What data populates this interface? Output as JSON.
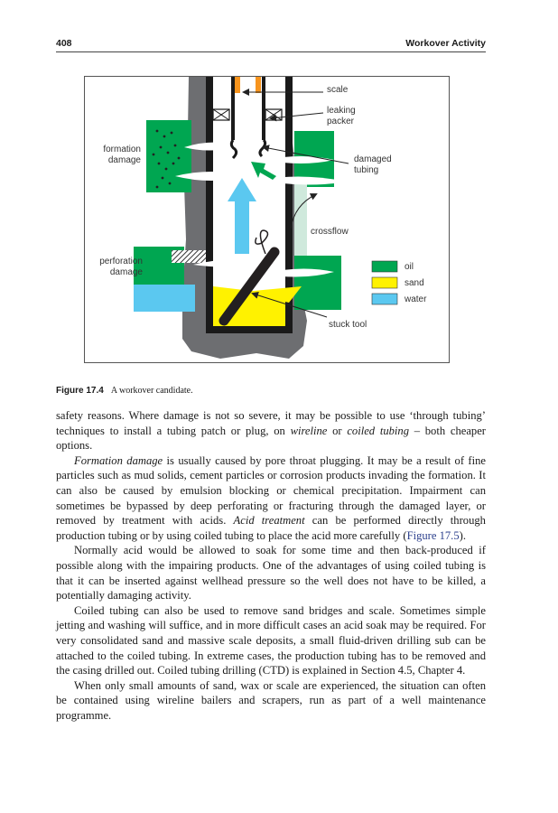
{
  "header": {
    "page_number": "408",
    "section_title": "Workover Activity"
  },
  "figure": {
    "labels": {
      "scale": "scale",
      "leaking_packer_1": "leaking",
      "leaking_packer_2": "packer",
      "formation_damage_1": "formation",
      "formation_damage_2": "damage",
      "damaged_tubing_1": "damaged",
      "damaged_tubing_2": "tubing",
      "crossflow": "crossflow",
      "perforation_damage_1": "perforation",
      "perforation_damage_2": "damage",
      "stuck_tool": "stuck tool"
    },
    "legend": [
      {
        "label": "oil",
        "color": "#00a651"
      },
      {
        "label": "sand",
        "color": "#fff200"
      },
      {
        "label": "water",
        "color": "#5bc8f0"
      }
    ],
    "caption_number": "Figure 17.4",
    "caption_text": "A workover candidate."
  },
  "body": {
    "p1": {
      "a": "safety reasons. Where damage is not so severe, it may be possible to use ‘through tubing’ techniques to install a tubing patch or plug, on ",
      "i1": "wireline",
      "b": " or ",
      "i2": "coiled tubing",
      "c": " – both cheaper options."
    },
    "p2": {
      "i1": "Formation damage",
      "a": " is usually caused by pore throat plugging. It may be a result of fine particles such as mud solids, cement particles or corrosion products invading the formation. It can also be caused by emulsion blocking or chemical precipitation. Impairment can sometimes be bypassed by deep perforating or fracturing through the damaged layer, or removed by treatment with acids. ",
      "i2": "Acid treatment",
      "b": " can be performed directly through production tubing or by using coiled tubing to place the acid more carefully (",
      "ref": "Figure 17.5",
      "c": ")."
    },
    "p3": "Normally acid would be allowed to soak for some time and then back-produced if possible along with the impairing products. One of the advantages of using coiled tubing is that it can be inserted against wellhead pressure so the well does not have to be killed, a potentially damaging activity.",
    "p4": "Coiled tubing can also be used to remove sand bridges and scale. Sometimes simple jetting and washing will suffice, and in more difficult cases an acid soak may be required. For very consolidated sand and massive scale deposits, a small fluid-driven drilling sub can be attached to the coiled tubing. In extreme cases, the production tubing has to be removed and the casing drilled out. Coiled tubing drilling (CTD) is explained in Section 4.5, Chapter 4.",
    "p5": "When only small amounts of sand, wax or scale are experienced, the situation can often be contained using wireline bailers and scrapers, run as part of a well maintenance programme."
  }
}
